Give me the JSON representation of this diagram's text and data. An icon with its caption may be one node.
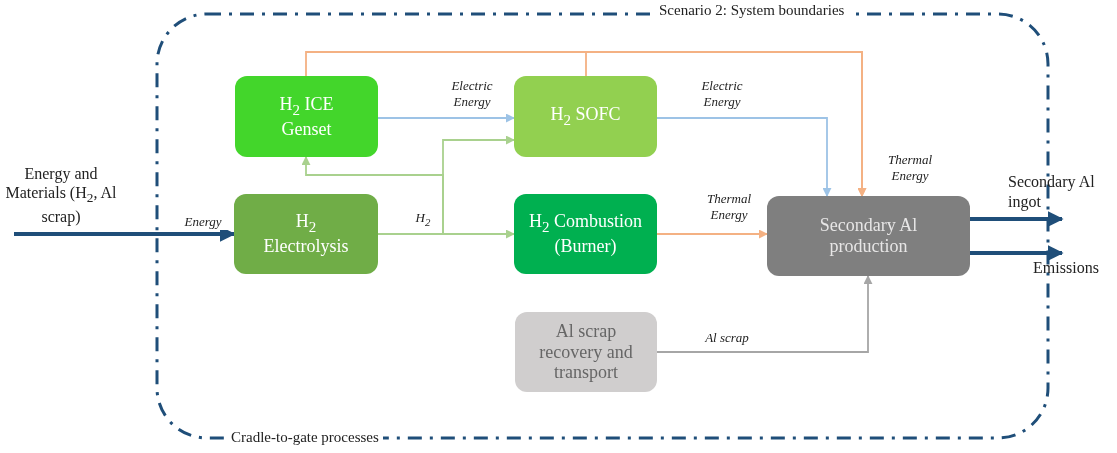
{
  "diagram": {
    "nodes": [
      {
        "text": [
          "Scenario 2: System boundaries",
          "Cradle-to-gate processes"
        ]
      },
      {
        "text": [
          "H$_{2}$ ICE Genset"
        ],
        "in": 0
      },
      {
        "text": [
          "H$_{2}$ SOFC"
        ],
        "in": 0
      },
      {
        "text": [
          "H$_{2}$ Electrolysis"
        ],
        "in": 0
      },
      {
        "text": [
          "H$_{2}$ Combustion (Burner)"
        ],
        "in": 0
      },
      {
        "text": [
          "Secondary Al production"
        ],
        "in": 0
      },
      {
        "text": [
          "Al scrap recovery and transport"
        ],
        "in": 0
      },
      {
        "text": [
          "Energy and Materials (H$_{2}$, Al scrap)"
        ]
      },
      {
        "text": [
          "Secondary Al ingot"
        ]
      },
      {
        "text": [
          "Emissions"
        ]
      }
    ],
    "edges": [
      {
        "from": 7,
        "to": 3,
        "arrow": "to",
        "label": "Energy",
        "style": "thick",
        "color": "#1f4e79"
      },
      {
        "from": 3,
        "to": 1,
        "arrow": "to",
        "color": "#a9d18e"
      },
      {
        "from": 3,
        "to": 2,
        "arrow": "to",
        "color": "#a9d18e"
      },
      {
        "from": 3,
        "to": 4,
        "arrow": "to",
        "label": "H$_{2}$",
        "color": "#a9d18e"
      },
      {
        "from": 1,
        "to": 2,
        "arrow": "to",
        "label": "Electric Energy",
        "color": "#9dc3e6"
      },
      {
        "from": 2,
        "to": 5,
        "arrow": "to",
        "label": "Electric Energy",
        "color": "#9dc3e6"
      },
      {
        "from": 1,
        "to": 5,
        "arrow": "to",
        "label": "Thermal Energy",
        "color": "#f4b183"
      },
      {
        "from": 2,
        "to": 5,
        "arrow": "to",
        "color": "#f4b183"
      },
      {
        "from": 4,
        "to": 5,
        "arrow": "to",
        "label": "Thermal Energy",
        "color": "#f4b183"
      },
      {
        "from": 6,
        "to": 5,
        "arrow": "to",
        "label": "Al scrap",
        "color": "#a6a6a6"
      },
      {
        "from": 5,
        "to": 8,
        "arrow": "to",
        "style": "thick",
        "color": "#1f4e79"
      },
      {
        "from": 5,
        "to": 9,
        "arrow": "to",
        "style": "thick",
        "color": "#1f4e79"
      }
    ]
  }
}
